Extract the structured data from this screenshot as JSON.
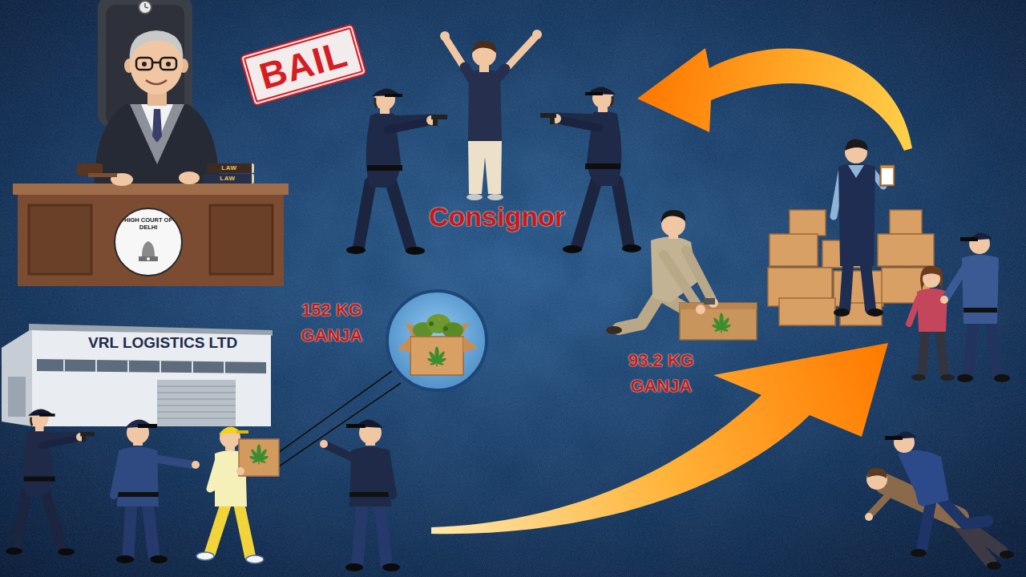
{
  "diagram": {
    "nodes": [
      {
        "text": [
          "BAIL"
        ]
      },
      {
        "text": [
          "LAW"
        ]
      },
      {
        "text": [
          "LAW"
        ]
      },
      {
        "text": [
          "HIGH COURT OF DELHI"
        ]
      },
      {
        "text": [
          "152 KG GANJA"
        ]
      },
      {
        "text": [
          "VRL LOGISTICS LTD"
        ]
      }
    ],
    "labels": [
      "Consignor",
      "93.2 KG GANJA"
    ]
  }
}
